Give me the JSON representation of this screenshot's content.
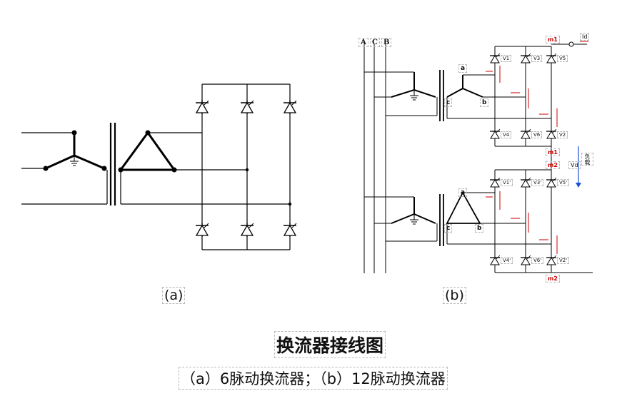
{
  "captions": {
    "a": "(a)",
    "b": "(b)"
  },
  "title": "换流器接线图",
  "subtitle": "（a）6脉动换流器；（b）12脉动换流器",
  "labels_b": {
    "phases": [
      "A",
      "C",
      "B"
    ],
    "nodes_top": [
      "a",
      "b",
      "c"
    ],
    "nodes_bottom": [
      "a",
      "b",
      "c"
    ],
    "valves_top": [
      "V1",
      "V3",
      "V5",
      "V4",
      "V6",
      "V2"
    ],
    "valves_bottom": [
      "V1'",
      "V3'",
      "V5'",
      "V4'",
      "V6'",
      "V2'"
    ],
    "midpoints": [
      "m1",
      "m1",
      "m2",
      "m2"
    ],
    "dc_current": "Id",
    "dc_voltage": "Vd",
    "load": "负载"
  },
  "colors": {
    "line": "#000000",
    "annotation": "#cc0000",
    "voltage": "#1a4fd6"
  }
}
